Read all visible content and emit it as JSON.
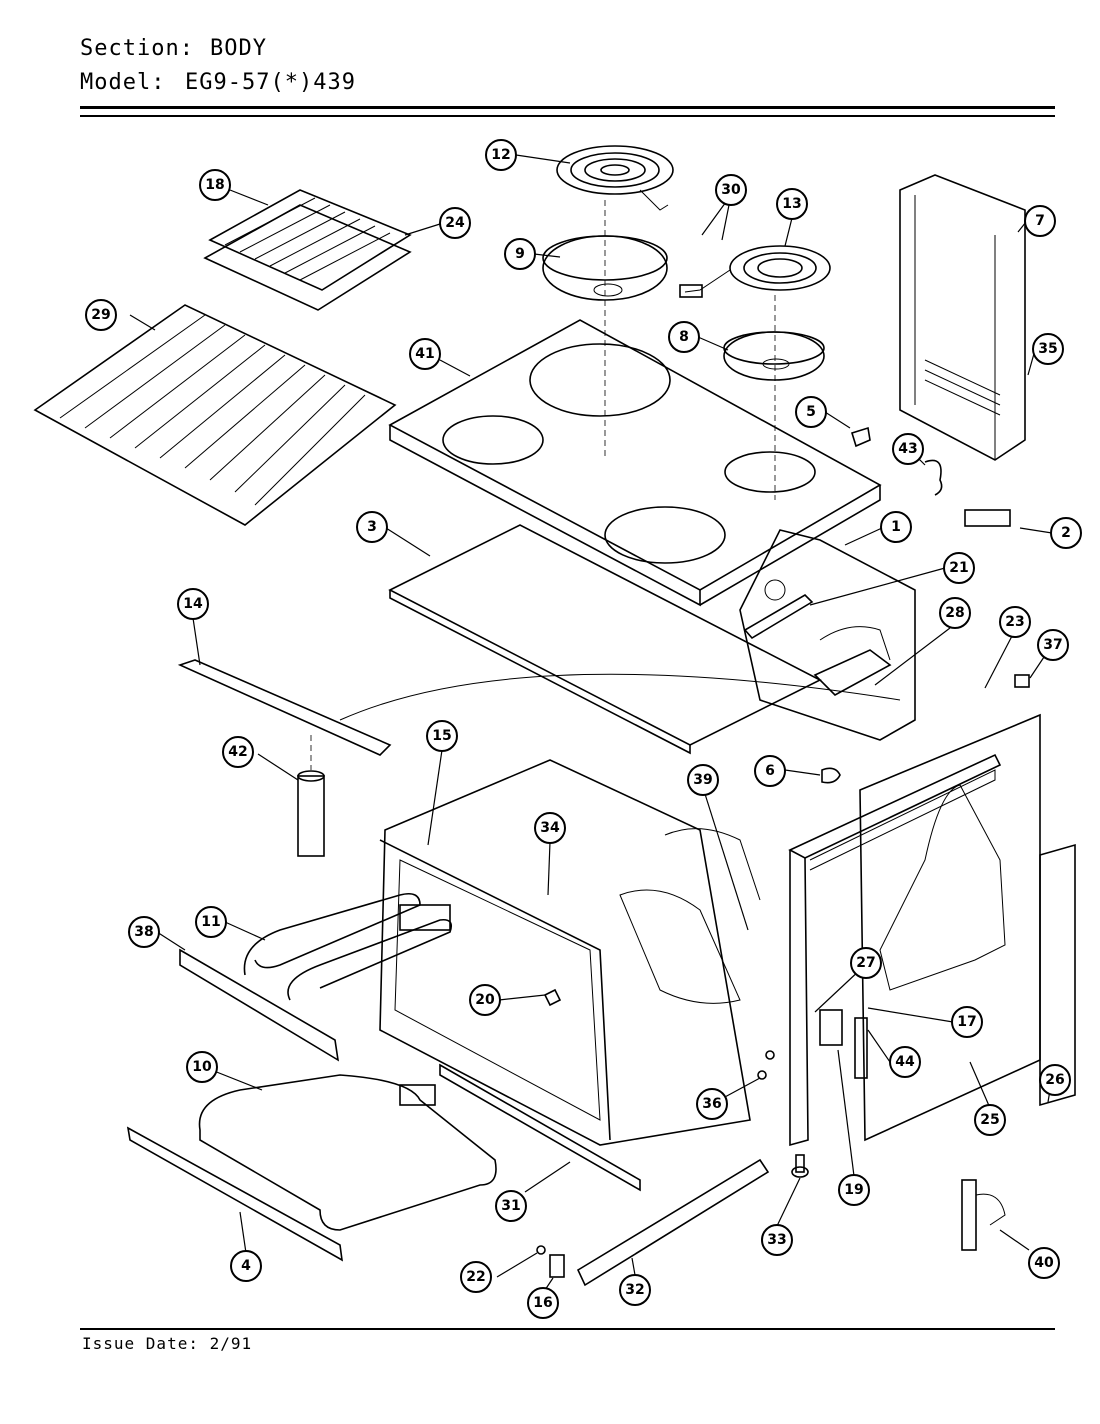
{
  "header": {
    "section_label": "Section:",
    "section_value": "BODY",
    "model_label": "Model:",
    "model_value": "EG9-57(*)439"
  },
  "footer": {
    "issue_date": "Issue Date: 2/91"
  },
  "callouts": [
    "1",
    "2",
    "3",
    "4",
    "5",
    "6",
    "7",
    "8",
    "9",
    "10",
    "11",
    "12",
    "13",
    "14",
    "15",
    "16",
    "17",
    "18",
    "19",
    "20",
    "21",
    "22",
    "23",
    "24",
    "25",
    "26",
    "27",
    "28",
    "29",
    "30",
    "31",
    "32",
    "33",
    "34",
    "35",
    "36",
    "37",
    "38",
    "39",
    "40",
    "41",
    "42",
    "43",
    "44"
  ]
}
